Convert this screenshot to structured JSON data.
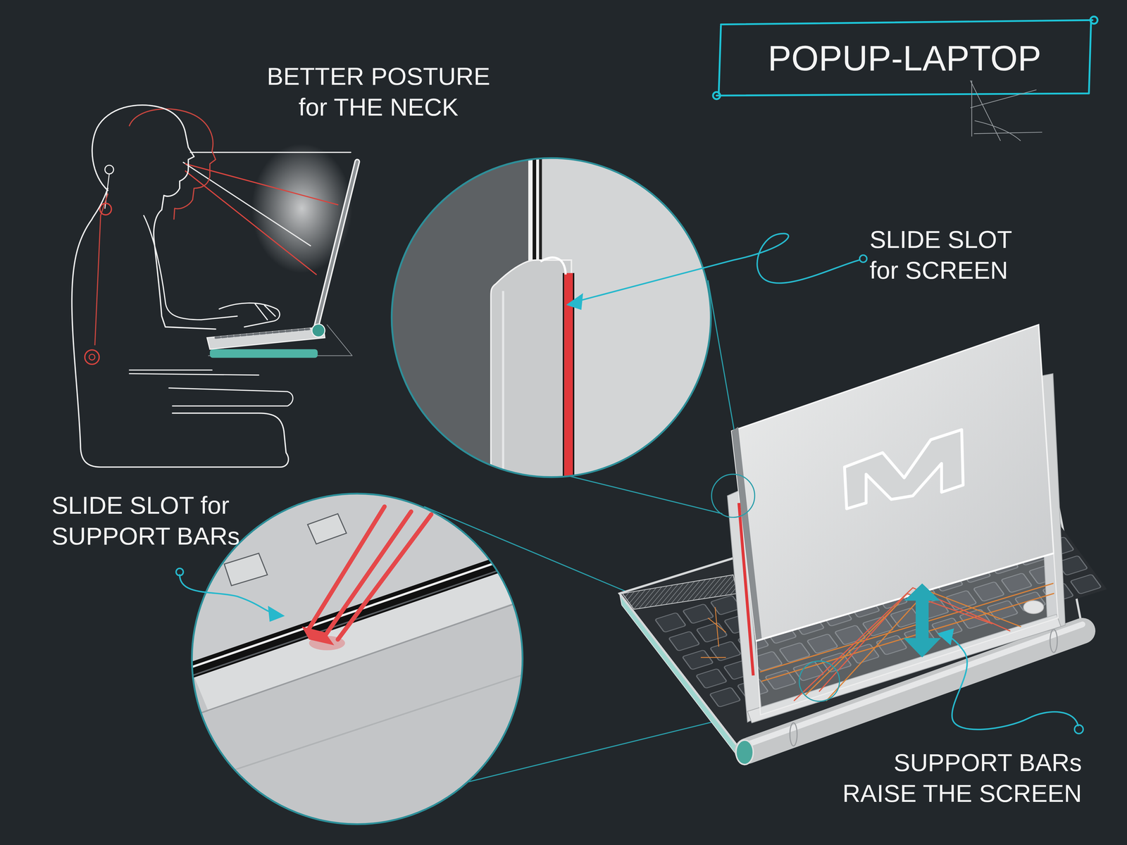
{
  "diagram": {
    "title": "POPUP-LAPTOP",
    "labels": [
      "BETTER POSTURE for THE NECK",
      "SLIDE SLOT for SCREEN",
      "SLIDE SLOT for SUPPORT BARs",
      "SUPPORT BARs RAISE THE SCREEN"
    ]
  }
}
